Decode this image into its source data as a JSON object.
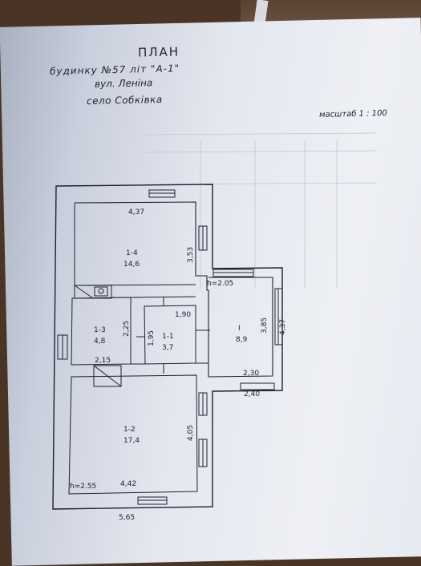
{
  "title": {
    "plan": "ПЛАН",
    "house_line": "будинку   №57          літ  \"А-1\"",
    "street": "вул. Леніна",
    "village": "село  Собківка",
    "scale": "масштаб   1 : 100"
  },
  "rooms": [
    {
      "number": "1-4",
      "area": "14,6"
    },
    {
      "number": "1-3",
      "area": "4,8"
    },
    {
      "number": "1-1",
      "area": "3,7"
    },
    {
      "number": "1-2",
      "area": "17,4"
    },
    {
      "number": "I",
      "area": "8,9"
    }
  ],
  "dimensions": {
    "d1": "4,37",
    "d2": "3,53",
    "d3": "h=2.05",
    "d4": "1,90",
    "d5": "2,25",
    "d6": "1,95",
    "d7": "3,85",
    "d8": "4,37",
    "d9": "2,15",
    "d10": "2,30",
    "d11": "2,40",
    "d12": "4,05",
    "d13": "h=2.55",
    "d14": "4,42",
    "d15": "5,65"
  }
}
